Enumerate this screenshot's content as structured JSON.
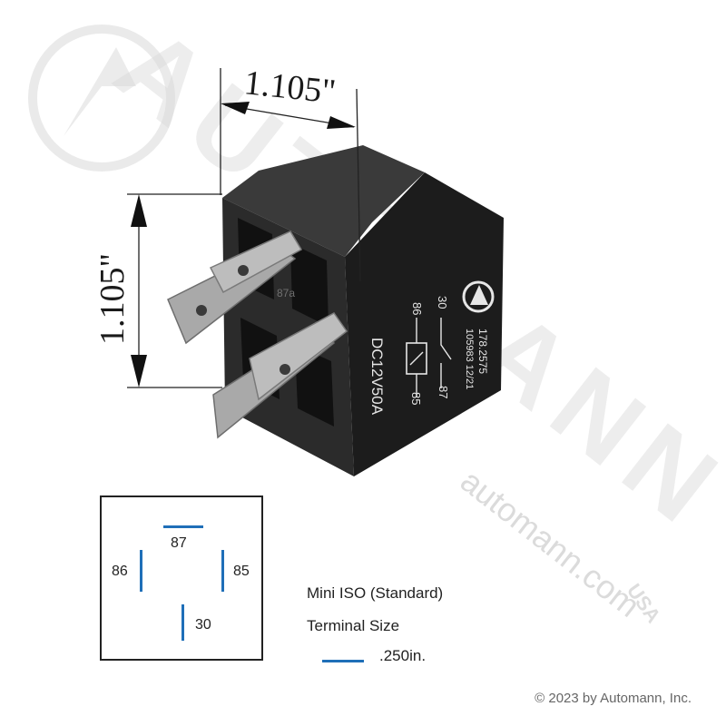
{
  "dimensions": {
    "width_label": "1.105\"",
    "height_label": "1.105\""
  },
  "relay_face": {
    "pin_30": "30",
    "pin_86": "86",
    "pin_87": "87",
    "pin_85": "85",
    "part_number": "178.2575",
    "code": "105983 12/21",
    "rating": "DC12V50A",
    "terminal_87a_mark": "87a"
  },
  "pinout": {
    "pin_87": "87",
    "pin_86": "86",
    "pin_85": "85",
    "pin_30": "30"
  },
  "legend": {
    "type": "Mini ISO (Standard)",
    "terminal_size_label": "Terminal Size",
    "terminal_size_value": ".250in."
  },
  "watermark": {
    "brand": "AUTOMANN",
    "suffix": "USA",
    "url": "automann.com"
  },
  "copyright": "© 2023 by Automann, Inc.",
  "colors": {
    "accent_blue": "#1f6fb8",
    "relay_body": "#232323",
    "terminal_metal": "#a9a9a9"
  }
}
